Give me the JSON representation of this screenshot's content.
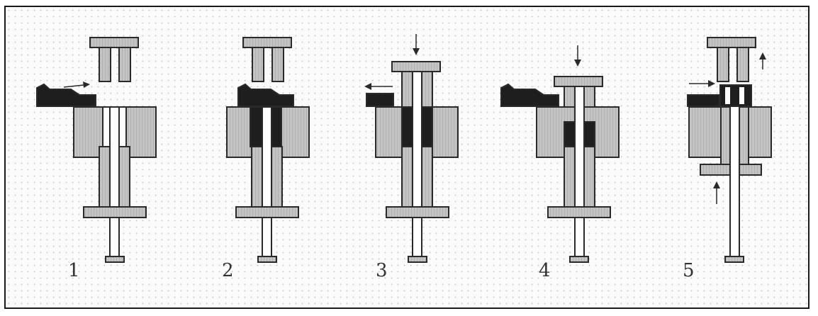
{
  "figure": {
    "steps": [
      {
        "number": "1"
      },
      {
        "number": "2"
      },
      {
        "number": "3"
      },
      {
        "number": "4"
      },
      {
        "number": "5"
      }
    ]
  },
  "colors": {
    "die": "#c4c4c4",
    "powder": "#1e1e1e",
    "outline": "#2a2a2a",
    "part_white": "#ffffff",
    "frame": "#1a1a1a"
  }
}
